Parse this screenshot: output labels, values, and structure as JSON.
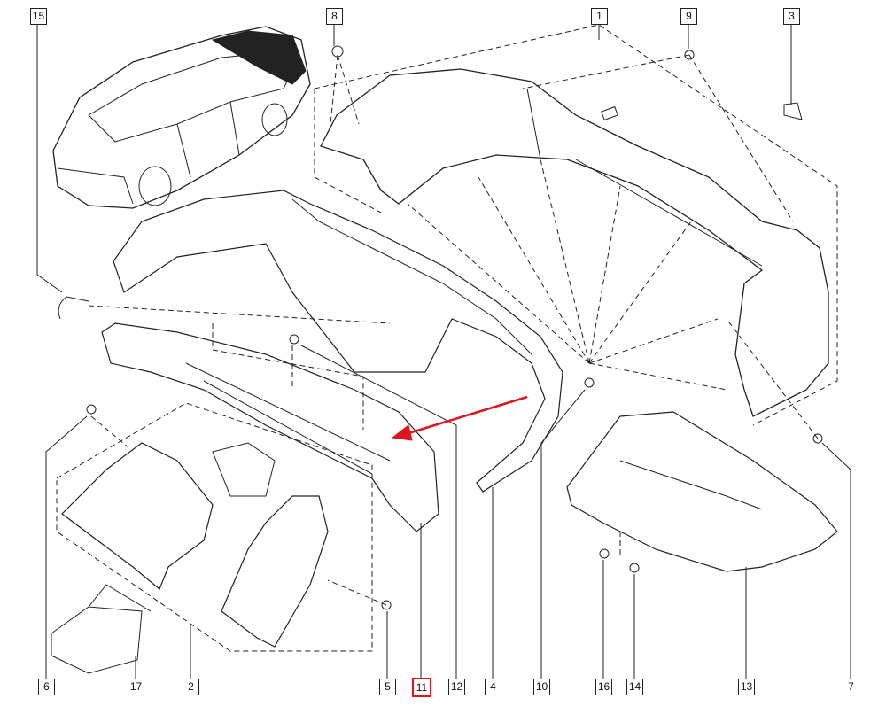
{
  "diagram": {
    "highlight_color": "#e0141e",
    "callouts": [
      {
        "id": "c15",
        "label": "15"
      },
      {
        "id": "c8",
        "label": "8"
      },
      {
        "id": "c1",
        "label": "1"
      },
      {
        "id": "c9",
        "label": "9"
      },
      {
        "id": "c3",
        "label": "3"
      },
      {
        "id": "c6",
        "label": "6"
      },
      {
        "id": "c17",
        "label": "17"
      },
      {
        "id": "c2",
        "label": "2"
      },
      {
        "id": "c5",
        "label": "5"
      },
      {
        "id": "c11",
        "label": "11",
        "highlighted": true
      },
      {
        "id": "c12",
        "label": "12"
      },
      {
        "id": "c4",
        "label": "4"
      },
      {
        "id": "c10",
        "label": "10"
      },
      {
        "id": "c16",
        "label": "16"
      },
      {
        "id": "c14",
        "label": "14"
      },
      {
        "id": "c13",
        "label": "13"
      },
      {
        "id": "c7",
        "label": "7"
      }
    ]
  }
}
